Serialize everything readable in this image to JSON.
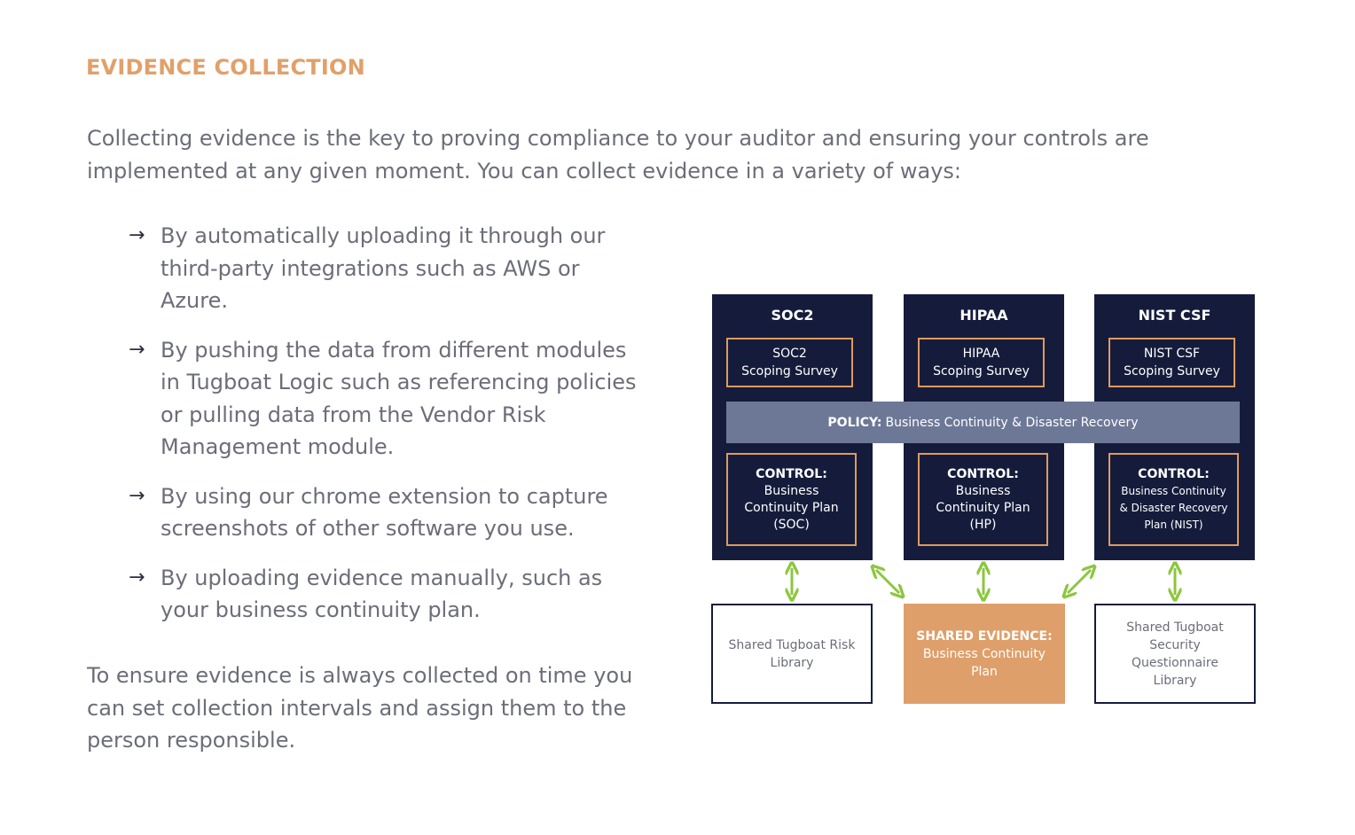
{
  "heading": "EVIDENCE COLLECTION",
  "intro": "Collecting evidence is the key to proving compliance to your auditor and ensuring your controls are implemented at any given moment. You can collect evidence in a variety of ways:",
  "bullets": [
    "By automatically uploading it through our third-party integrations such as AWS or Azure.",
    "By pushing the data from different modules in Tugboat Logic such as referencing policies or pulling data from the Vendor Risk Management module.",
    "By using our chrome extension to capture screenshots of other software you use.",
    "By uploading evidence manually, such as your business continuity plan."
  ],
  "bullet_arrow": "→",
  "outro": "To ensure evidence is always collected on time you can set collection intervals and assign them to the person responsible.",
  "diagram": {
    "columns": [
      {
        "title": "SOC2",
        "survey": [
          "SOC2",
          "Scoping Survey"
        ],
        "control_label": "CONTROL:",
        "control": [
          "Business",
          "Continuity Plan",
          "(SOC)"
        ]
      },
      {
        "title": "HIPAA",
        "survey": [
          "HIPAA",
          "Scoping Survey"
        ],
        "control_label": "CONTROL:",
        "control": [
          "Business",
          "Continuity Plan",
          "(HP)"
        ]
      },
      {
        "title": "NIST CSF",
        "survey": [
          "NIST CSF",
          "Scoping Survey"
        ],
        "control_label": "CONTROL:",
        "control": [
          "Business Continuity",
          "& Disaster Recovery",
          "Plan (NIST)"
        ]
      }
    ],
    "policy_label": "POLICY:",
    "policy_text": "Business Continuity & Disaster Recovery",
    "shared": [
      {
        "lines": [
          "Shared Tugboat Risk",
          "Library"
        ]
      },
      {
        "label": "SHARED EVIDENCE:",
        "lines": [
          "Business Continuity",
          "Plan"
        ]
      },
      {
        "lines": [
          "Shared Tugboat",
          "Security",
          "Questionnaire",
          "Library"
        ]
      }
    ],
    "colors": {
      "navy": "#151c3b",
      "orange": "#de9f6a",
      "policy": "#6d7896",
      "arrow": "#8cc63f"
    }
  }
}
